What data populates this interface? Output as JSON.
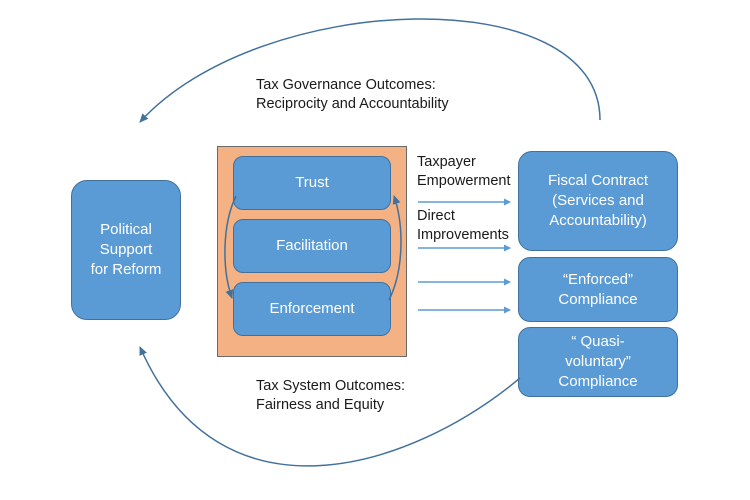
{
  "diagram": {
    "boxes": {
      "political_support": {
        "lines": [
          "Political",
          "Support",
          "for Reform"
        ]
      },
      "trust": {
        "lines": [
          "Trust"
        ]
      },
      "facilitation": {
        "lines": [
          "Facilitation"
        ]
      },
      "enforcement": {
        "lines": [
          "Enforcement"
        ]
      },
      "fiscal_contract": {
        "lines": [
          "Fiscal Contract",
          "(Services and",
          "Accountability)"
        ]
      },
      "enforced_compliance": {
        "lines": [
          "“Enforced”",
          "Compliance"
        ]
      },
      "quasi_voluntary": {
        "lines": [
          "“ Quasi-",
          "voluntary”",
          "Compliance"
        ]
      }
    },
    "labels": {
      "governance_outcomes": [
        "Tax Governance Outcomes:",
        "Reciprocity and Accountability"
      ],
      "system_outcomes": [
        "Tax System Outcomes:",
        "Fairness and Equity"
      ],
      "taxpayer_empowerment": [
        "Taxpayer",
        "Empowerment"
      ],
      "direct_improvements": [
        "Direct",
        "Improvements"
      ]
    },
    "colors": {
      "box_fill": "#5b9bd5",
      "box_border": "#41719c",
      "frame_fill": "#f4b183",
      "arrow": "#41719c"
    }
  }
}
